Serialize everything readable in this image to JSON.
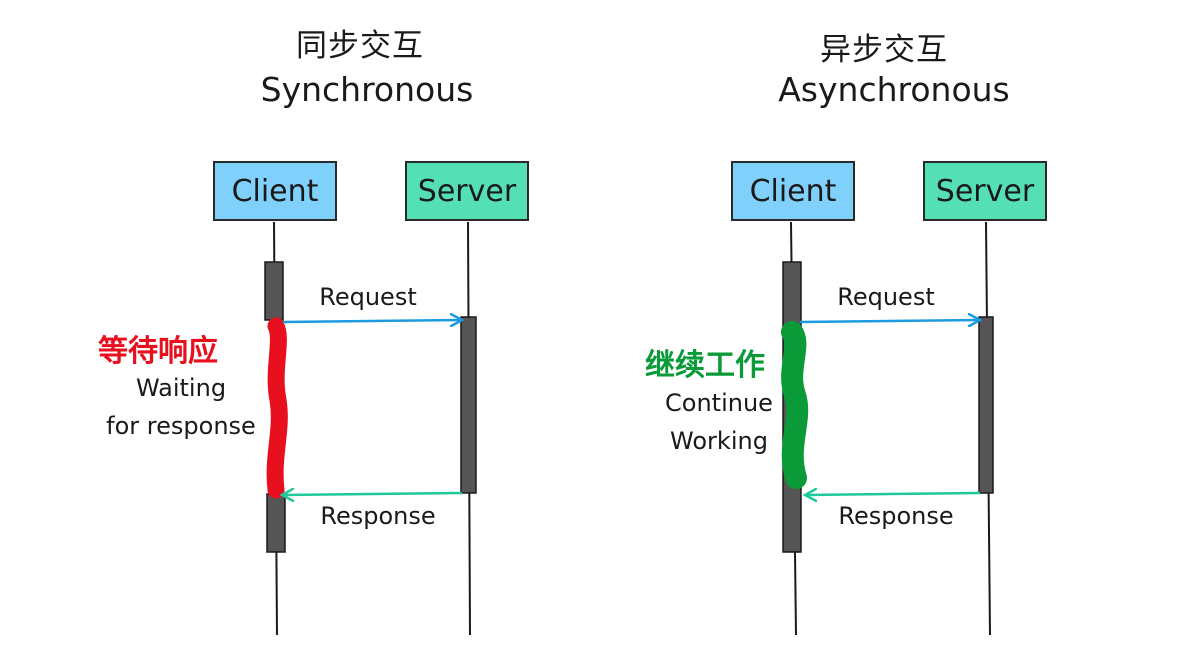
{
  "sync": {
    "title_cn": "同步交互",
    "title_en": "Synchronous",
    "client_label": "Client",
    "server_label": "Server",
    "request_label": "Request",
    "response_label": "Response",
    "note_cn": "等待响应",
    "note_en_line1": "Waiting",
    "note_en_line2": "for response"
  },
  "async": {
    "title_cn": "异步交互",
    "title_en": "Asynchronous",
    "client_label": "Client",
    "server_label": "Server",
    "request_label": "Request",
    "response_label": "Response",
    "note_cn": "继续工作",
    "note_en_line1": "Continue",
    "note_en_line2": "Working"
  },
  "colors": {
    "client_fill": "#7fd0fb",
    "server_fill": "#54e0b4",
    "request_arrow": "#1e9be0",
    "response_arrow": "#1fc99a",
    "waiting_highlight": "#e8101e",
    "working_highlight": "#0a9a37",
    "activation_bar": "#555555"
  }
}
